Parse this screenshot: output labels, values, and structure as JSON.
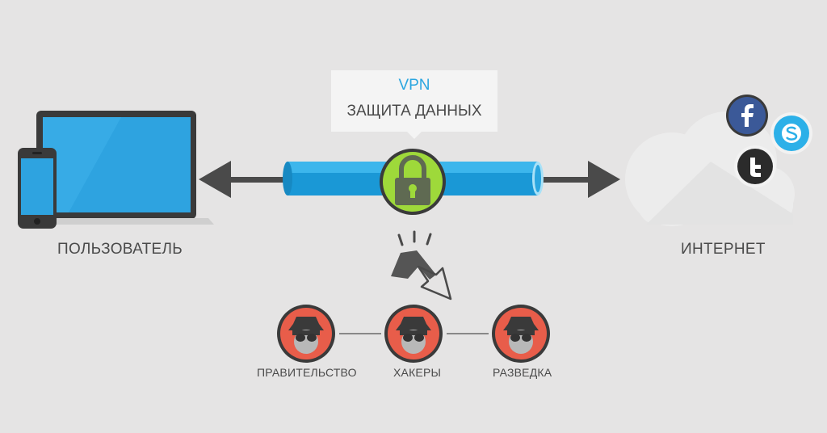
{
  "callout": {
    "title": "VPN",
    "subtitle": "ЗАЩИТА ДАННЫХ"
  },
  "user": {
    "label": "ПОЛЬЗОВАТЕЛЬ"
  },
  "internet": {
    "label": "ИНТЕРНЕТ"
  },
  "threats": [
    {
      "label": "ПРАВИТЕЛЬСТВО"
    },
    {
      "label": "ХАКЕРЫ"
    },
    {
      "label": "РАЗВЕДКА"
    }
  ],
  "social_icons": [
    "facebook-icon",
    "skype-icon",
    "twitter-icon"
  ],
  "colors": {
    "background": "#e5e4e4",
    "tunnel": "#2aa6e0",
    "lock_ring": "#9ed93a",
    "threat": "#e85d4a",
    "accent_text": "#2aa6e0",
    "facebook": "#3b5998",
    "skype": "#2cb0e8",
    "twitter": "#2b2b2b"
  }
}
